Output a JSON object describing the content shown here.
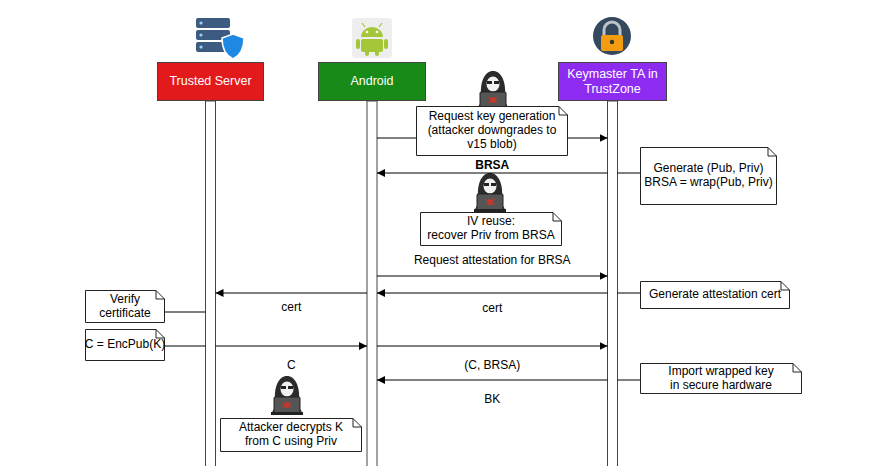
{
  "diagram": {
    "nodes": [
      {
        "text": [
          "Trusted Server"
        ]
      },
      {
        "text": [
          "Android"
        ]
      },
      {
        "text": [
          "Keymaster TA in TrustZone"
        ]
      },
      {
        "text": [
          "Request key generation (attacker downgrades to v15 blob)"
        ]
      },
      {
        "text": [
          "Generate (Pub, Priv)",
          "BRSA = wrap(Pub, Priv)"
        ]
      },
      {
        "text": [
          "IV reuse:",
          "recover Priv from BRSA"
        ]
      },
      {
        "text": [
          "Generate attestation cert"
        ]
      },
      {
        "text": [
          "Verify certificate"
        ]
      },
      {
        "text": [
          "C = EncPub(K)"
        ]
      },
      {
        "text": [
          "Import wrapped key in secure hardware"
        ]
      },
      {
        "text": [
          "Attacker decrypts K from C using Priv"
        ]
      }
    ],
    "edges": [
      {
        "from": 1,
        "to": 2,
        "arrow": "to"
      },
      {
        "from": 2,
        "to": 1,
        "label": "BRSA",
        "arrow": "to"
      },
      {
        "from": 1,
        "to": 2,
        "label": "Request attestation for BRSA",
        "arrow": "to"
      },
      {
        "from": 2,
        "to": 1,
        "label": "cert",
        "arrow": "to"
      },
      {
        "from": 1,
        "to": 0,
        "label": "cert",
        "arrow": "to"
      },
      {
        "from": 0,
        "to": 1,
        "label": "C",
        "arrow": "to"
      },
      {
        "from": 1,
        "to": 2,
        "label": "(C, BRSA)",
        "arrow": "to"
      },
      {
        "from": 2,
        "to": 1,
        "label": "BK",
        "arrow": "to"
      }
    ]
  }
}
